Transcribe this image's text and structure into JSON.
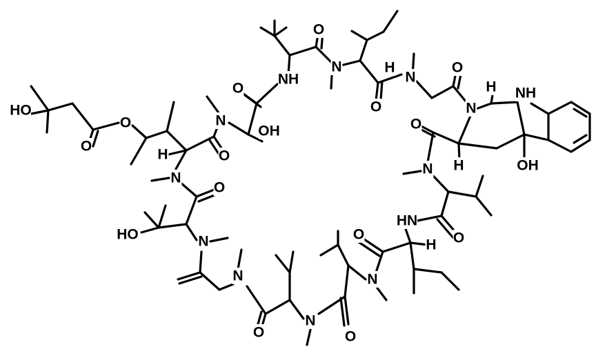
{
  "diagram": {
    "type": "chemical-structure",
    "atom_labels": [
      "O",
      "NH",
      "N",
      "H",
      "O",
      "N",
      "O",
      "N",
      "H",
      "O",
      "N",
      "H",
      "O",
      "N",
      "OH",
      "O",
      "HO",
      "O",
      "O",
      "H",
      "N",
      "O",
      "N",
      "HO",
      "N",
      "O",
      "N",
      "N",
      "O",
      "O",
      "N",
      "O",
      "HN",
      "O",
      "H",
      "N",
      "NH",
      "OH"
    ]
  }
}
